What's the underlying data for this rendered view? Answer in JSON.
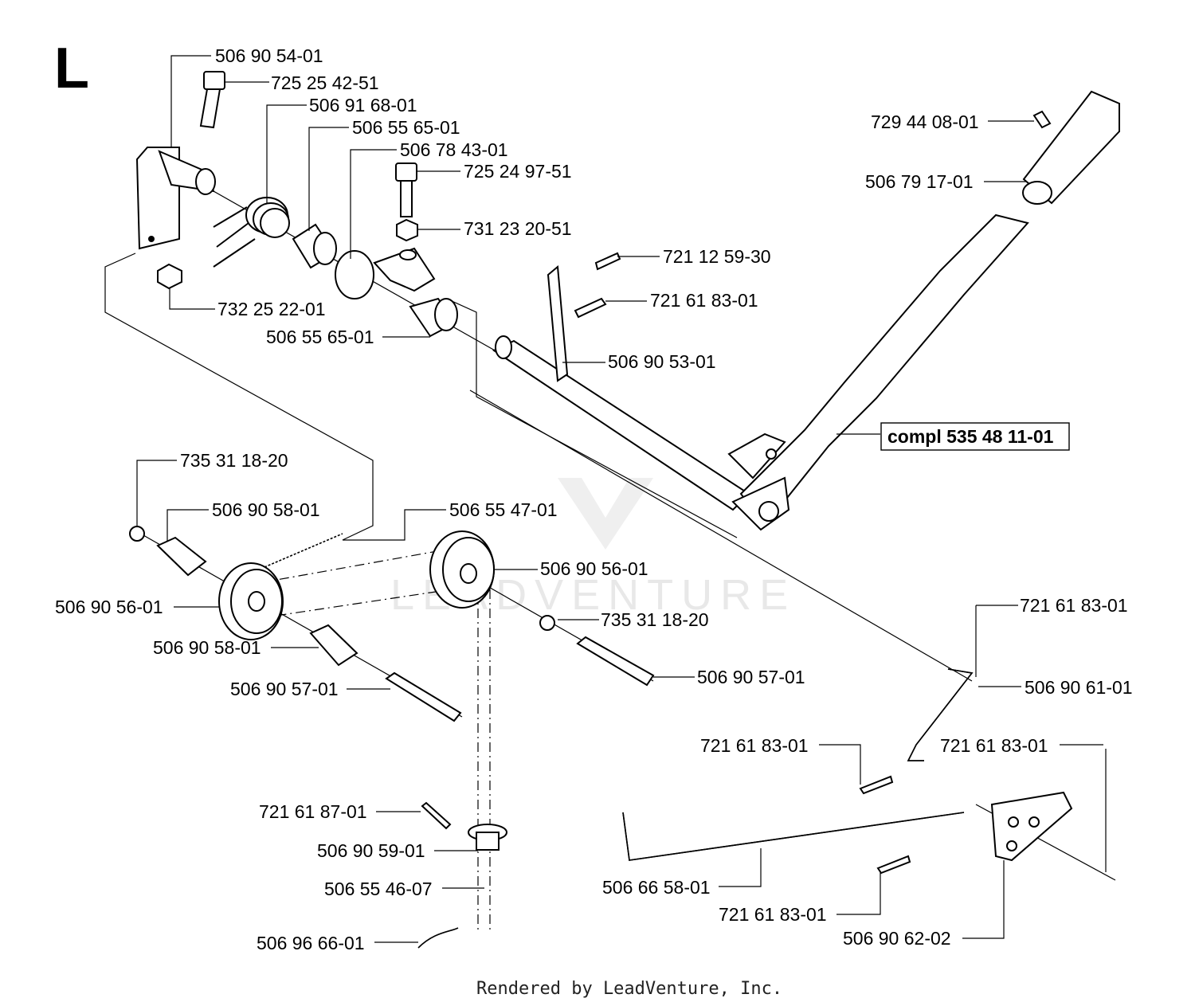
{
  "diagram": {
    "section_letter": "L",
    "footer": "Rendered by LeadVenture, Inc.",
    "watermark": "LEADVENTURE",
    "highlight_label": "compl 535 48 11-01",
    "labels": [
      "506 90 54-01",
      "725 25 42-51",
      "506 91 68-01",
      "506 55 65-01",
      "506 78 43-01",
      "725 24 97-51",
      "731 23 20-51",
      "732 25 22-01",
      "506 55 65-01",
      "721 12 59-30",
      "721 61 83-01",
      "506 90 53-01",
      "729 44 08-01",
      "506 79 17-01",
      "735 31 18-20",
      "506 90 58-01",
      "506 55 47-01",
      "506 90 56-01",
      "506 90 56-01",
      "735 31 18-20",
      "506 90 58-01",
      "506 90 57-01",
      "506 90 57-01",
      "721 61 83-01",
      "506 90 61-01",
      "721 61 83-01",
      "721 61 83-01",
      "721 61 87-01",
      "506 90 59-01",
      "506 55 46-07",
      "506 66 58-01",
      "721 61 83-01",
      "506 90 62-02",
      "506 96 66-01"
    ]
  }
}
